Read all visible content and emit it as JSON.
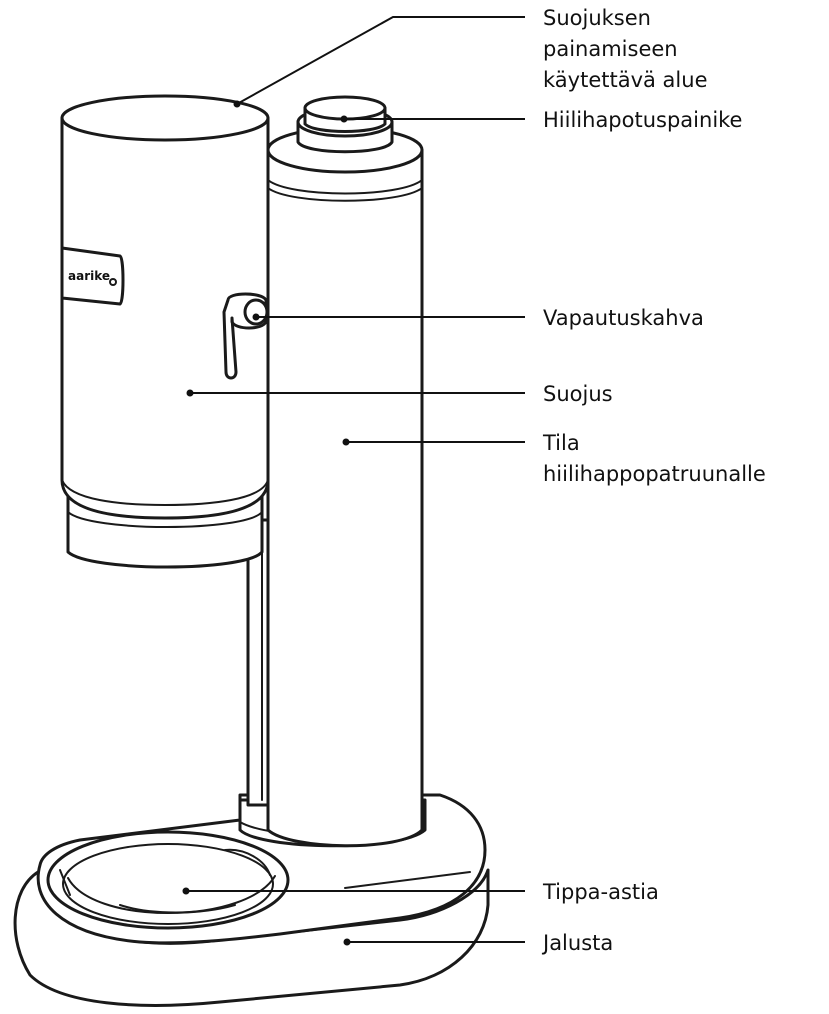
{
  "brand_text": "aarike",
  "labels": {
    "lid_press_area": [
      "Suojuksen",
      "painamiseen",
      "käytettävä alue"
    ],
    "carbonation_button": "Hiilihapotuspainike",
    "release_handle": "Vapautuskahva",
    "cover": "Suojus",
    "cartridge_space": [
      "Tila",
      "hiilihappopatruunalle"
    ],
    "drip_tray": "Tippa-astia",
    "base": "Jalusta"
  }
}
